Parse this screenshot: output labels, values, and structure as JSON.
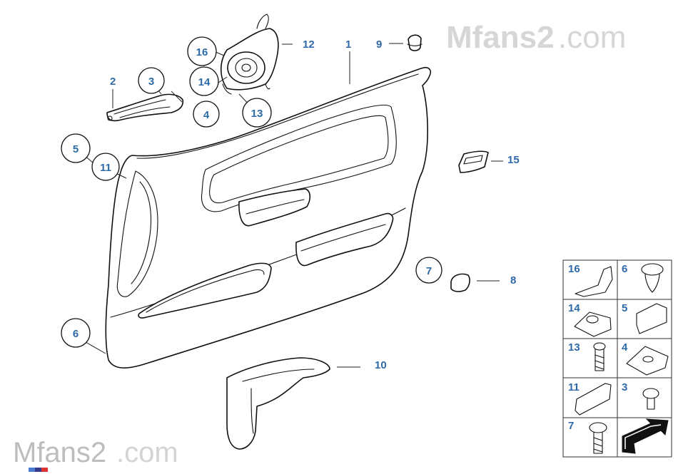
{
  "watermark": {
    "brand_prefix": "Mfans2",
    "brand_suffix": ".com"
  },
  "callouts": {
    "c1": "1",
    "c2": "2",
    "c3": "3",
    "c4": "4",
    "c5": "5",
    "c6": "6",
    "c7": "7",
    "c8": "8",
    "c9": "9",
    "c10": "10",
    "c11": "11",
    "c12": "12",
    "c13": "13",
    "c14": "14",
    "c15": "15",
    "c16": "16"
  },
  "legend_cells": [
    "16",
    "6",
    "14",
    "5",
    "13",
    "4",
    "11",
    "3",
    "7"
  ],
  "colors": {
    "label_blue": "#2e6aa8",
    "line": "#111111",
    "watermark": "#cccccc"
  }
}
